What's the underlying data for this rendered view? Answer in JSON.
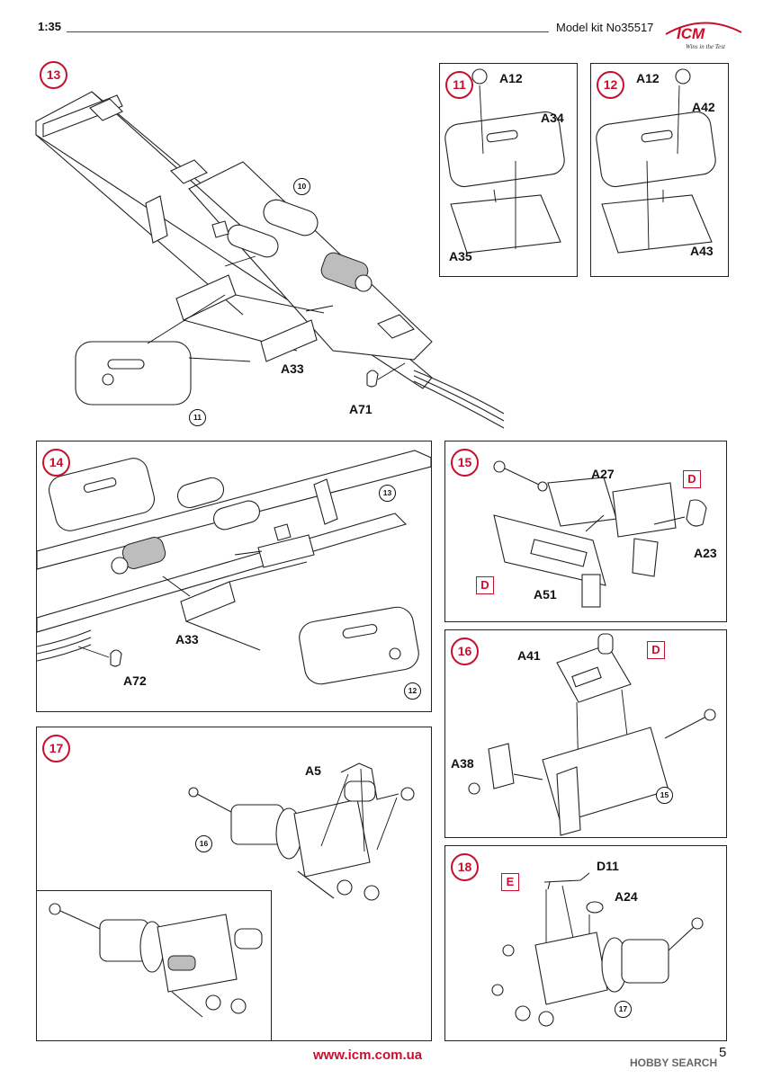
{
  "header": {
    "scale": "1:35",
    "kit": "Model kit No35517"
  },
  "logo": {
    "brand": "ICM",
    "tagline": "Wins in the Test"
  },
  "steps": {
    "s13": {
      "num": "13",
      "ref_a": "10",
      "ref_b": "11",
      "lbl_a33": "A33",
      "lbl_a71": "A71"
    },
    "s11": {
      "num": "11",
      "lbl_a12": "A12",
      "lbl_a34": "A34",
      "lbl_a35": "A35"
    },
    "s12": {
      "num": "12",
      "lbl_a12": "A12",
      "lbl_a42": "A42",
      "lbl_a43": "A43"
    },
    "s14": {
      "num": "14",
      "ref_a": "13",
      "ref_b": "12",
      "lbl_a33": "A33",
      "lbl_a72": "A72"
    },
    "s15": {
      "num": "15",
      "lbl_a27": "A27",
      "lbl_a23": "A23",
      "lbl_a51": "A51",
      "box1": "D",
      "box2": "D"
    },
    "s16": {
      "num": "16",
      "lbl_a41": "A41",
      "lbl_a38": "A38",
      "box1": "D",
      "ref_a": "15"
    },
    "s17": {
      "num": "17",
      "lbl_a5": "A5",
      "ref_a": "16"
    },
    "s18": {
      "num": "18",
      "lbl_d11": "D11",
      "lbl_a24": "A24",
      "box1": "E",
      "ref_a": "17"
    }
  },
  "footer": {
    "url": "www.icm.com.ua",
    "page": "5"
  },
  "watermark": {
    "text": "HOBBY SEARCH"
  },
  "colors": {
    "accent": "#c8102e",
    "line": "#222222"
  }
}
